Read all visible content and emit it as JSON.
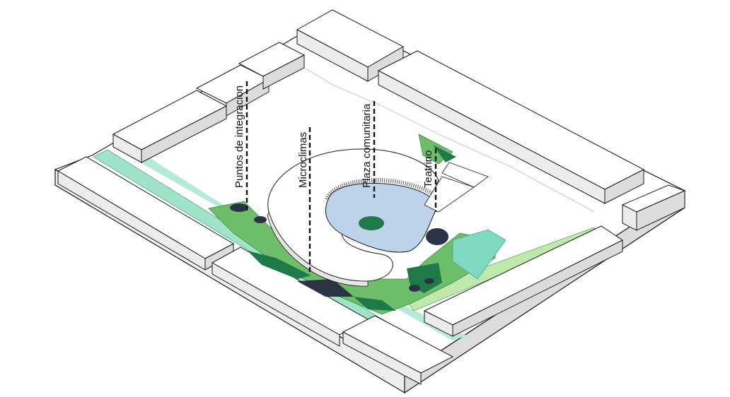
{
  "diagram": {
    "labels": [
      {
        "id": "puntos",
        "text": "Puntos de integracion"
      },
      {
        "id": "microclimas",
        "text": "Microclimas"
      },
      {
        "id": "plaza",
        "text": "Plaza comunitaria"
      },
      {
        "id": "teatrino",
        "text": "Teatrino"
      }
    ],
    "colors": {
      "green": "#6dbd6b",
      "dark_green": "#1f7a4a",
      "mint": "#9fe3c9",
      "teal": "#7fd9c0",
      "light_green": "#bfe8ad",
      "plaza_blue": "#bcd3ea",
      "dark_navy": "#2c3344",
      "building": "#ffffff",
      "building_side": "#e4e4e4",
      "outline": "#1a1a1a"
    }
  }
}
